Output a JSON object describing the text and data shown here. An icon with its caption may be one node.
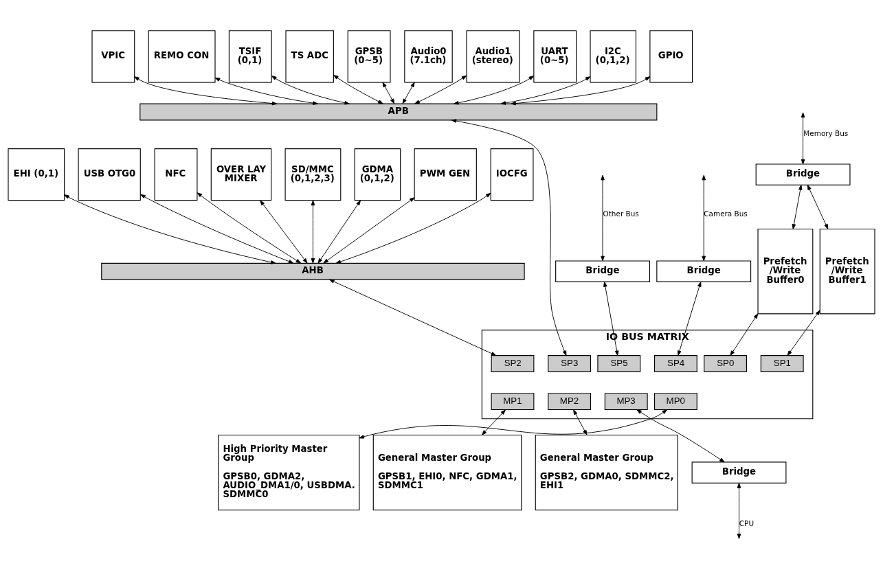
{
  "diagram": {
    "nodes": [
      {
        "text": [
          "Bridge"
        ]
      },
      {
        "text": [
          "Prefetch /Write Buffer0"
        ]
      },
      {
        "text": [
          "Prefetch /Write Buffer1"
        ]
      },
      {
        "text": [
          "VPIC"
        ]
      },
      {
        "text": [
          "REMO CON"
        ]
      },
      {
        "text": [
          "TSIF (0,1)"
        ]
      },
      {
        "text": [
          "TS ADC"
        ]
      },
      {
        "text": [
          "GPSB (0~5)"
        ]
      },
      {
        "text": [
          "Audio0 (7.1ch)"
        ]
      },
      {
        "text": [
          "Audio1 (stereo)"
        ]
      },
      {
        "text": [
          "UART (0~5)"
        ]
      },
      {
        "text": [
          "I2C (0,1,2)"
        ]
      },
      {
        "text": [
          "GPIO"
        ]
      },
      {
        "text": [
          "APB"
        ]
      },
      {
        "text": [
          "Bridge"
        ]
      },
      {
        "text": [
          "EHI (0,1)"
        ]
      },
      {
        "text": [
          "USB OTG0"
        ]
      },
      {
        "text": [
          "NFC"
        ]
      },
      {
        "text": [
          "OVER LAY MIXER"
        ]
      },
      {
        "text": [
          "SD/MMC (0,1,2,3)"
        ]
      },
      {
        "text": [
          "GDMA (0,1,2)"
        ]
      },
      {
        "text": [
          "PWM GEN"
        ]
      },
      {
        "text": [
          "IOCFG"
        ]
      },
      {
        "text": [
          "Bridge"
        ]
      },
      {
        "text": [
          "AHB"
        ]
      },
      {
        "text": [
          "IO BUS MATRIX"
        ]
      },
      {
        "text": [
          "SP0"
        ],
        "in": 25
      },
      {
        "text": [
          "SP1"
        ],
        "in": 25
      },
      {
        "text": [
          "SP2"
        ],
        "in": 25
      },
      {
        "text": [
          "SP3"
        ],
        "in": 25
      },
      {
        "text": [
          "SP4"
        ],
        "in": 25
      },
      {
        "text": [
          "SP5"
        ],
        "in": 25
      },
      {
        "text": [
          "MP0"
        ],
        "in": 25
      },
      {
        "text": [
          "MP1"
        ],
        "in": 25
      },
      {
        "text": [
          "MP2"
        ],
        "in": 25
      },
      {
        "text": [
          "MP3"
        ],
        "in": 25
      },
      {
        "text": [
          "High Priority Master Group",
          "GPSB0, GDMA2, AUDIO_DMA1/0, USBDMA. SDMMC0"
        ]
      },
      {
        "text": [
          "General Master Group",
          "GPSB1, EHI0, NFC, GDMA1, SDMMC1"
        ]
      },
      {
        "text": [
          "General Master Group",
          "GPSB2, GDMA0, SDMMC2, EHI1"
        ]
      },
      {
        "text": [
          "Bridge"
        ]
      }
    ],
    "edges": [
      {
        "from": null,
        "to": 0,
        "arrow": "both",
        "label": "Memory Bus"
      },
      {
        "from": 0,
        "to": 1,
        "arrow": "both"
      },
      {
        "from": 0,
        "to": 2,
        "arrow": "both"
      },
      {
        "from": 3,
        "to": 13,
        "arrow": "both"
      },
      {
        "from": 4,
        "to": 13,
        "arrow": "both"
      },
      {
        "from": 5,
        "to": 13,
        "arrow": "both"
      },
      {
        "from": 6,
        "to": 13,
        "arrow": "both"
      },
      {
        "from": 7,
        "to": 13,
        "arrow": "both"
      },
      {
        "from": 8,
        "to": 13,
        "arrow": "both"
      },
      {
        "from": 9,
        "to": 13,
        "arrow": "both"
      },
      {
        "from": 10,
        "to": 13,
        "arrow": "both"
      },
      {
        "from": 11,
        "to": 13,
        "arrow": "both"
      },
      {
        "from": 12,
        "to": 13,
        "arrow": "both"
      },
      {
        "from": null,
        "to": 23,
        "arrow": "both",
        "label": "Camera Bus"
      },
      {
        "from": null,
        "to": 14,
        "arrow": "both",
        "label": "Other Bus"
      },
      {
        "from": 15,
        "to": 24,
        "arrow": "both"
      },
      {
        "from": 16,
        "to": 24,
        "arrow": "both"
      },
      {
        "from": 17,
        "to": 24,
        "arrow": "both"
      },
      {
        "from": 18,
        "to": 24,
        "arrow": "both"
      },
      {
        "from": 19,
        "to": 24,
        "arrow": "both"
      },
      {
        "from": 20,
        "to": 24,
        "arrow": "both"
      },
      {
        "from": 21,
        "to": 24,
        "arrow": "both"
      },
      {
        "from": 22,
        "to": 24,
        "arrow": "both"
      },
      {
        "from": 1,
        "to": 26,
        "arrow": "both"
      },
      {
        "from": 2,
        "to": 27,
        "arrow": "both"
      },
      {
        "from": 24,
        "to": 28,
        "arrow": "both"
      },
      {
        "from": 13,
        "to": 29,
        "arrow": "both"
      },
      {
        "from": 23,
        "to": 30,
        "arrow": "both"
      },
      {
        "from": 14,
        "to": 31,
        "arrow": "both"
      },
      {
        "from": 32,
        "to": 36,
        "arrow": "both"
      },
      {
        "from": 33,
        "to": 37,
        "arrow": "both"
      },
      {
        "from": 34,
        "to": 38,
        "arrow": "both"
      },
      {
        "from": 35,
        "to": 39,
        "arrow": "both"
      },
      {
        "from": 39,
        "to": null,
        "arrow": "both",
        "label": "CPU"
      }
    ]
  }
}
